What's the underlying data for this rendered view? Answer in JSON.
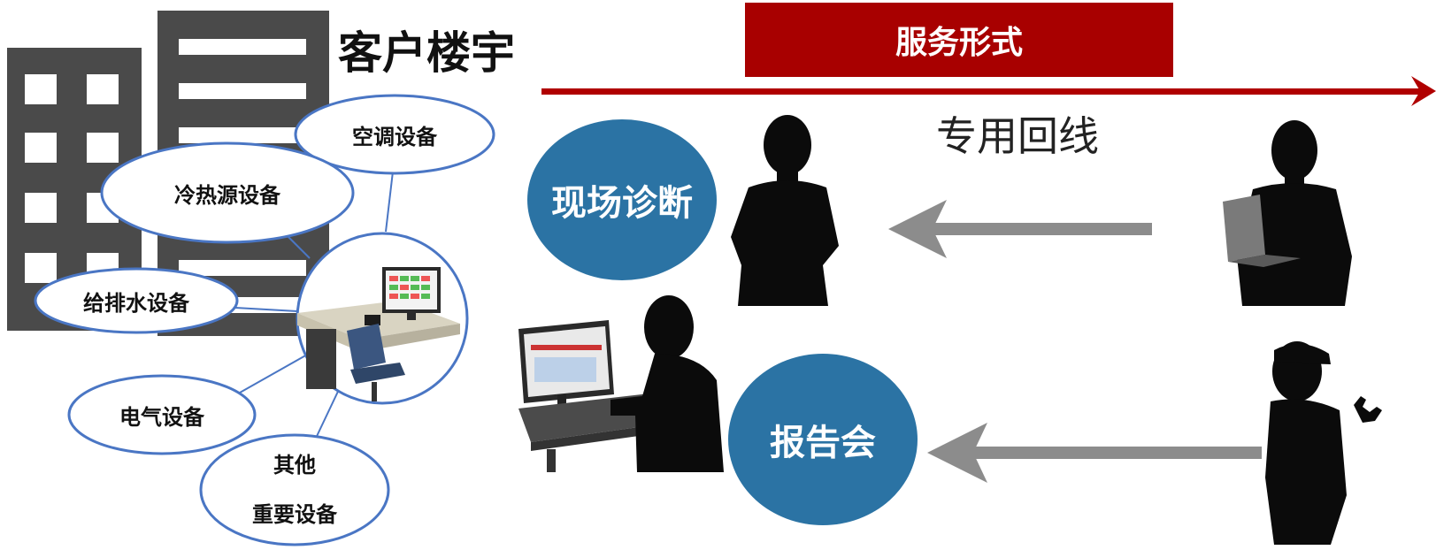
{
  "building": {
    "title": "客户楼宇"
  },
  "equipment": {
    "ac": "空调设备",
    "heat": "冷热源设备",
    "water": "给排水设备",
    "electric": "电气设备",
    "other_line1": "其他",
    "other_line2": "重要设备"
  },
  "service": {
    "banner": "服务形式",
    "line_label": "专用回线",
    "onsite": "现场诊断",
    "report": "报告会"
  },
  "colors": {
    "banner_red": "#a80000",
    "arrow_red": "#b00000",
    "circle_blue": "#2b73a4",
    "ellipse_stroke": "#4a76c4",
    "building_gray": "#4a4a4a",
    "gray_arrow": "#8c8c8c"
  }
}
